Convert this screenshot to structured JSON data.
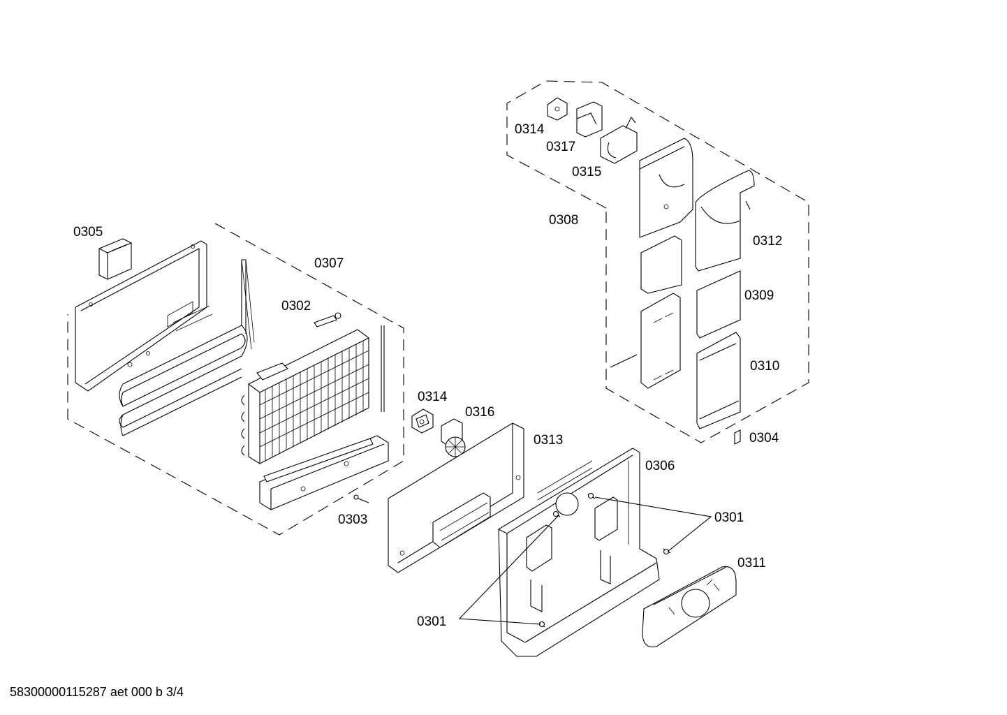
{
  "diagram": {
    "labels": {
      "l0305": "0305",
      "l0307": "0307",
      "l0302": "0302",
      "l0303": "0303",
      "l0314a": "0314",
      "l0316": "0316",
      "l0313": "0313",
      "l0306": "0306",
      "l0301a": "0301",
      "l0301b": "0301",
      "l0311": "0311",
      "l0314b": "0314",
      "l0317": "0317",
      "l0315": "0315",
      "l0308": "0308",
      "l0312": "0312",
      "l0309": "0309",
      "l0310": "0310",
      "l0304": "0304"
    },
    "footer": "58300000115287 aet 000 b 3/4"
  }
}
